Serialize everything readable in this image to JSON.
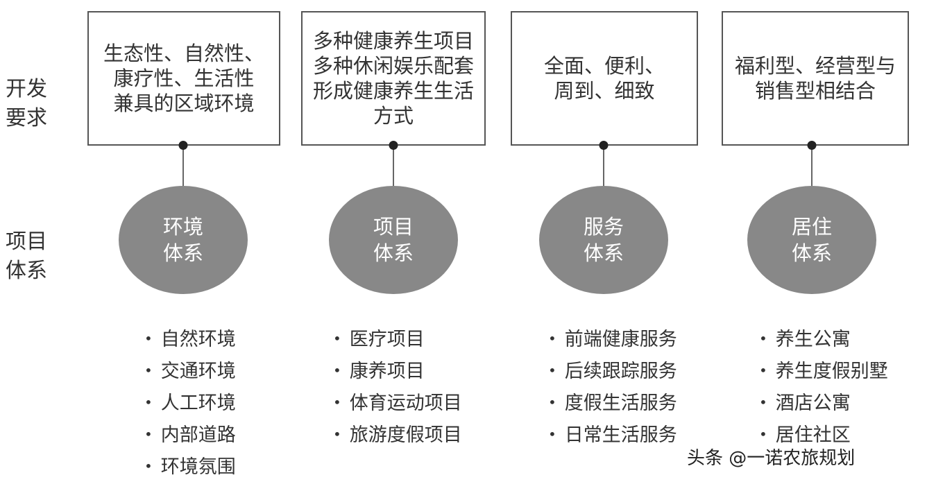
{
  "row_labels": {
    "requirements": [
      "开发",
      "要求"
    ],
    "system": [
      "项目",
      "体系"
    ]
  },
  "columns": [
    {
      "requirement_lines": [
        "生态性、自然性、",
        "康疗性、生活性",
        "兼具的区域环境"
      ],
      "system_lines": [
        "环境",
        "体系"
      ],
      "items": [
        "自然环境",
        "交通环境",
        "人工环境",
        "内部道路",
        "环境氛围"
      ]
    },
    {
      "requirement_lines": [
        "多种健康养生项目",
        "多种休闲娱乐配套",
        "形成健康养生生活",
        "方式"
      ],
      "system_lines": [
        "项目",
        "体系"
      ],
      "items": [
        "医疗项目",
        "康养项目",
        "体育运动项目",
        "旅游度假项目"
      ]
    },
    {
      "requirement_lines": [
        "全面、便利、",
        "周到、细致"
      ],
      "system_lines": [
        "服务",
        "体系"
      ],
      "items": [
        "前端健康服务",
        "后续跟踪服务",
        "度假生活服务",
        "日常生活服务"
      ]
    },
    {
      "requirement_lines": [
        "福利型、经营型与",
        "销售型相结合"
      ],
      "system_lines": [
        "居住",
        "体系"
      ],
      "items": [
        "养生公寓",
        "养生度假别墅",
        "酒店公寓",
        "居住社区"
      ]
    }
  ],
  "watermark": "头条 @一诺农旅规划",
  "colors": {
    "circle": "#888888",
    "border": "#555555",
    "text": "#333333"
  }
}
